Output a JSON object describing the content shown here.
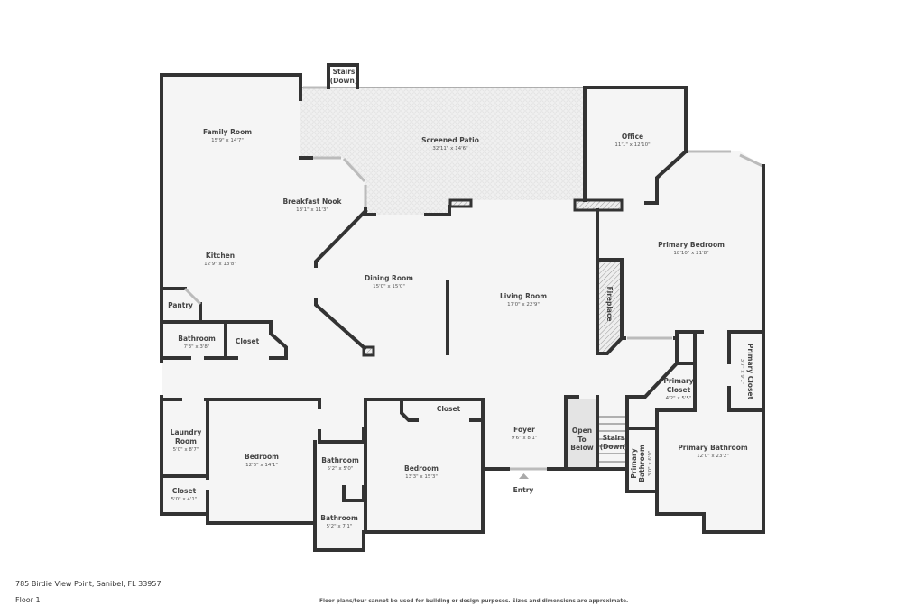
{
  "address": "785 Birdie View Point, Sanibel, FL 33957",
  "floor_label": "Floor 1",
  "disclaimer": "Floor plans/tour cannot be used for building or design purposes. Sizes and dimensions are approximate.",
  "entry_label": "Entry",
  "colors": {
    "wall": "#333333",
    "floor": "#f5f5f5",
    "patio": "#ececec",
    "open_below": "#e4e4e4"
  },
  "rooms": {
    "family_room": {
      "name": "Family Room",
      "dims": "15'9\" x 14'7\""
    },
    "screened_patio": {
      "name": "Screened Patio",
      "dims": "32'11\" x 14'6\""
    },
    "office": {
      "name": "Office",
      "dims": "11'1\" x 12'10\""
    },
    "breakfast_nook": {
      "name": "Breakfast Nook",
      "dims": "13'1\" x 11'3\""
    },
    "kitchen": {
      "name": "Kitchen",
      "dims": "12'9\" x 13'8\""
    },
    "primary_bedroom": {
      "name": "Primary Bedroom",
      "dims": "18'10\" x 21'8\""
    },
    "dining_room": {
      "name": "Dining Room",
      "dims": "15'0\" x 15'0\""
    },
    "living_room": {
      "name": "Living Room",
      "dims": "17'0\" x 22'9\""
    },
    "pantry": {
      "name": "Pantry"
    },
    "bathroom_1": {
      "name": "Bathroom",
      "dims": "7'3\" x 3'8\""
    },
    "closet_1": {
      "name": "Closet"
    },
    "fireplace": {
      "name": "Fireplace"
    },
    "stairs_top": {
      "line1": "Stairs",
      "line2": "(Down)"
    },
    "primary_closet_1": {
      "line1": "Primary",
      "line2": "Closet",
      "dims": "4'2\" x 5'5\""
    },
    "primary_closet_2": {
      "name": "Primary Closet",
      "dims": "3'7\" x 9'1\""
    },
    "laundry_room": {
      "line1": "Laundry",
      "line2": "Room",
      "dims": "5'0\" x 8'7\""
    },
    "closet_2": {
      "name": "Closet"
    },
    "closet_3": {
      "name": "Closet",
      "dims": "5'0\" x 4'1\""
    },
    "foyer": {
      "name": "Foyer",
      "dims": "9'6\" x 8'1\""
    },
    "open_to_below": {
      "line1": "Open",
      "line2": "To",
      "line3": "Below"
    },
    "stairs_down": {
      "line1": "Stairs",
      "line2": "(Down)"
    },
    "primary_bathroom": {
      "name": "Primary Bathroom",
      "dims": "12'0\" x 23'2\""
    },
    "primary_bathroom_2": {
      "line1": "Primary",
      "line2": "Bathroom",
      "dims": "3'0\" x 6'9\""
    },
    "bedroom_1": {
      "name": "Bedroom",
      "dims": "12'6\" x 14'1\""
    },
    "bathroom_2": {
      "name": "Bathroom",
      "dims": "5'2\" x 5'0\""
    },
    "bedroom_2": {
      "name": "Bedroom",
      "dims": "13'3\" x 15'3\""
    },
    "bathroom_3": {
      "name": "Bathroom",
      "dims": "5'2\" x 7'1\""
    }
  }
}
